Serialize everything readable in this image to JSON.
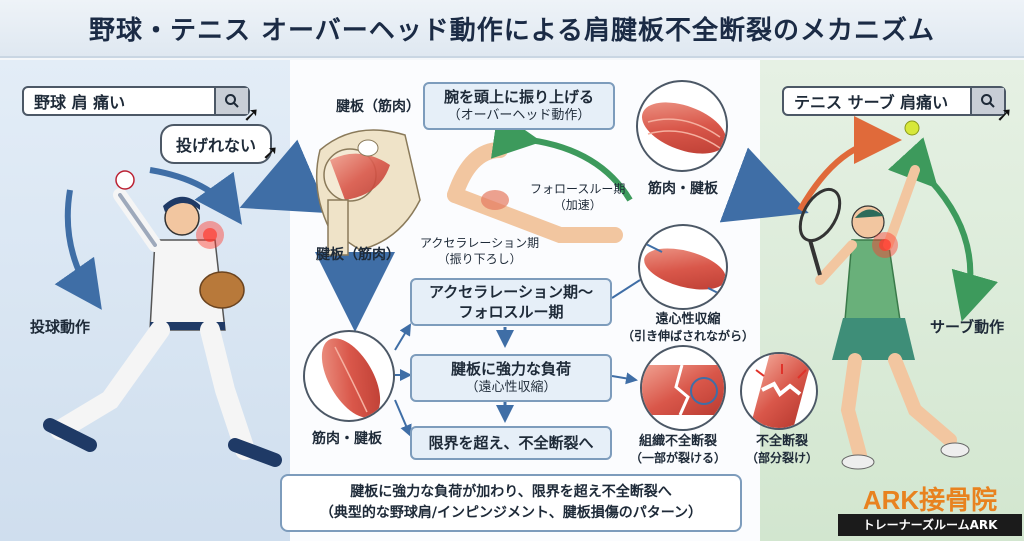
{
  "title": "野球・テニス オーバーヘッド動作による肩腱板不全断裂のメカニズム",
  "left": {
    "search": "野球 肩 痛い",
    "bubble": "投げれない",
    "motion_label": "投球動作"
  },
  "right": {
    "search": "テニス サーブ 肩痛い",
    "motion_label": "サーブ動作"
  },
  "center": {
    "shoulder_label_top": "腱板（筋肉）",
    "shoulder_label_bottom": "腱板（筋肉）",
    "raise_box_line1": "腕を頭上に振り上げる",
    "raise_box_line2": "（オーバーヘッド動作）",
    "followthrough_label_1": "フォロースルー期",
    "followthrough_label_2": "（加速）",
    "acceleration_label_1": "アクセラレーション期",
    "acceleration_label_2": "（振り下ろし）",
    "muscle_label_top": "筋肉・腱板",
    "muscle_label_left": "筋肉・腱板",
    "eccentric_label_1": "遠心性収縮",
    "eccentric_label_2": "（引き伸ばされながら）",
    "step1_line1": "アクセラレーション期～",
    "step1_line2": "フォロスルー期",
    "step2_line1": "腱板に強力な負荷",
    "step2_line2": "（遠心性収縮）",
    "step3": "限界を超え、不全断裂へ",
    "tissue_tear_1": "組織不全断裂",
    "tissue_tear_2": "（一部が裂ける）",
    "partial_tear_1": "不全断裂",
    "partial_tear_2": "（部分裂け）"
  },
  "summary": {
    "line1": "腱板に強力な負荷が加わり、限界を超え不全断裂へ",
    "line2": "（典型的な野球肩/インピンジメント、腱板損傷のパターン）"
  },
  "brand": {
    "name": "ARK接骨院",
    "tagline": "トレーナーズルームARK"
  },
  "icons": [
    "search-icon",
    "cursor-icon",
    "pain-burst-icon",
    "tennis-ball-icon"
  ],
  "colors": {
    "accent_blue": "#3f6ea6",
    "muscle_red": "#d9574a",
    "pain_red": "#e0322a",
    "green_arrow": "#3d9a5c",
    "brand_orange": "#e8821f"
  }
}
